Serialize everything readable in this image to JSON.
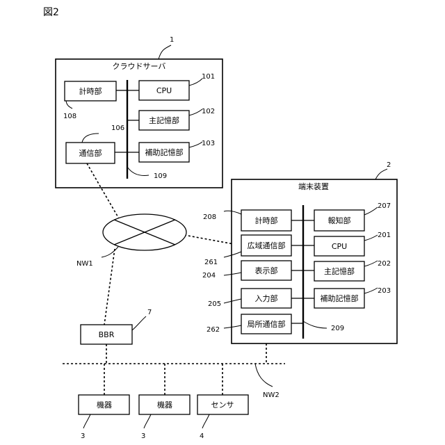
{
  "figure_label": "図2",
  "cloud": {
    "title": "クラウドサーバ",
    "ref": "1",
    "timer": {
      "label": "計時部",
      "ref": "108"
    },
    "cpu": {
      "label": "CPU",
      "ref": "101"
    },
    "main_memory": {
      "label": "主記憶部",
      "ref": "102"
    },
    "comm": {
      "label": "通信部",
      "ref": "106"
    },
    "aux_memory": {
      "label": "補助記憶部",
      "ref": "103"
    },
    "bus_ref": "109"
  },
  "terminal": {
    "title": "端末装置",
    "ref": "2",
    "timer": {
      "label": "計時部",
      "ref": "208"
    },
    "notify": {
      "label": "報知部",
      "ref": "207"
    },
    "wide_comm": {
      "label": "広域通信部",
      "ref": "261"
    },
    "cpu": {
      "label": "CPU",
      "ref": "201"
    },
    "display": {
      "label": "表示部",
      "ref": "204"
    },
    "main_memory": {
      "label": "主記憶部",
      "ref": "202"
    },
    "input": {
      "label": "入力部",
      "ref": "205"
    },
    "aux_memory": {
      "label": "補助記憶部",
      "ref": "203"
    },
    "local_comm": {
      "label": "局所通信部",
      "ref": "262"
    },
    "bus_ref": "209"
  },
  "nw1": {
    "label": "NW1"
  },
  "bbr": {
    "label": "BBR",
    "ref": "7"
  },
  "nw2": {
    "label": "NW2"
  },
  "devices": [
    {
      "label": "機器",
      "ref": "3"
    },
    {
      "label": "機器",
      "ref": "3"
    },
    {
      "label": "センサ",
      "ref": "4"
    }
  ]
}
